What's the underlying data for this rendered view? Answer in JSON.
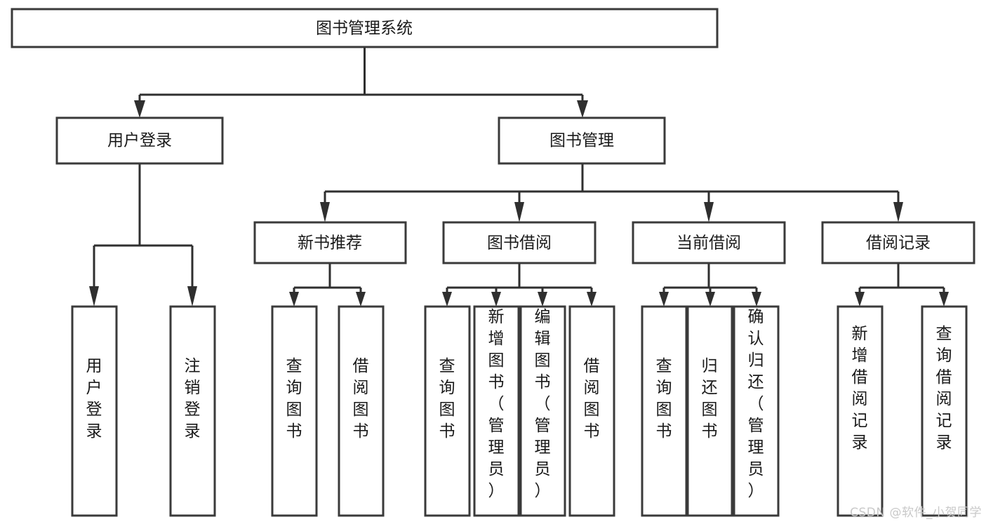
{
  "diagram": {
    "title": "图书管理系统",
    "type": "tree",
    "watermark": "CSDN @软件_小贺同学",
    "colors": {
      "box_stroke": "#3a3a3a",
      "box_fill": "#ffffff",
      "connector": "#2f2f2f",
      "text": "#1a1a1a",
      "watermark": "#c9c9c9",
      "background": "#ffffff"
    },
    "levels": {
      "root": {
        "label": "图书管理系统"
      },
      "level2": [
        {
          "label": "用户登录"
        },
        {
          "label": "图书管理"
        }
      ],
      "level3": [
        {
          "label": "新书推荐"
        },
        {
          "label": "图书借阅"
        },
        {
          "label": "当前借阅"
        },
        {
          "label": "借阅记录"
        }
      ],
      "leaves": [
        {
          "label": "用户登录",
          "parent": "用户登录"
        },
        {
          "label": "注销登录",
          "parent": "用户登录"
        },
        {
          "label": "查询图书",
          "parent": "新书推荐"
        },
        {
          "label": "借阅图书",
          "parent": "新书推荐"
        },
        {
          "label": "查询图书",
          "parent": "图书借阅"
        },
        {
          "label": "新增图书（管理员）",
          "parent": "图书借阅"
        },
        {
          "label": "编辑图书（管理员）",
          "parent": "图书借阅"
        },
        {
          "label": "借阅图书",
          "parent": "图书借阅"
        },
        {
          "label": "查询图书",
          "parent": "当前借阅"
        },
        {
          "label": "归还图书",
          "parent": "当前借阅"
        },
        {
          "label": "确认归还（管理员）",
          "parent": "当前借阅"
        },
        {
          "label": "新增借阅记录",
          "parent": "借阅记录"
        },
        {
          "label": "查询借阅记录",
          "parent": "借阅记录"
        }
      ]
    }
  }
}
